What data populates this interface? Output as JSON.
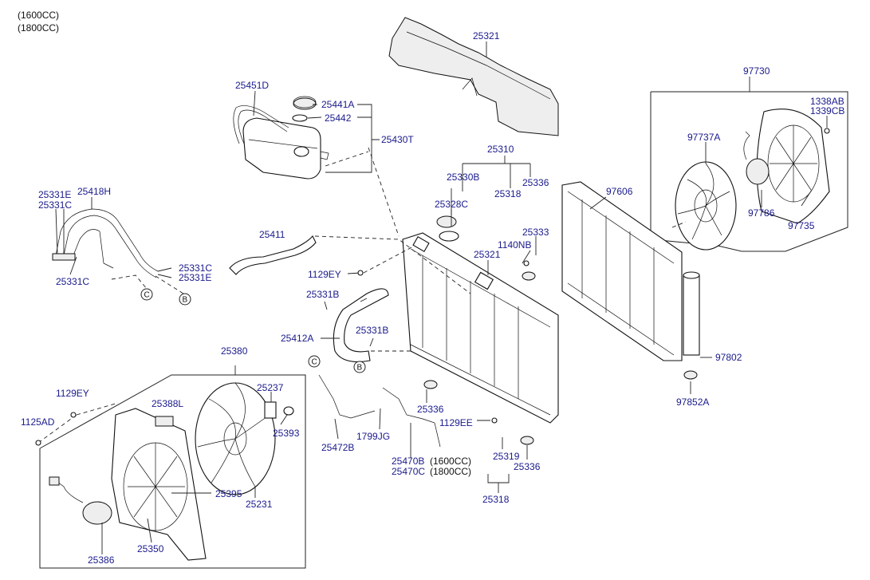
{
  "notes": [
    "(1600CC)",
    "(1800CC)"
  ],
  "callouts": {
    "p25321a": "25321",
    "p97730": "97730",
    "p25451D": "25451D",
    "p25441A": "25441A",
    "p25442": "25442",
    "p25430T": "25430T",
    "p1338AB": "1338AB",
    "p1339CB": "1339CB",
    "p25310": "25310",
    "p97737A": "97737A",
    "p25330B": "25330B",
    "p25336a": "25336",
    "p25318a": "25318",
    "p97606": "97606",
    "p25331Ea": "25331E",
    "p25418H": "25418H",
    "p25331Ca": "25331C",
    "p25328C": "25328C",
    "p97786": "97786",
    "p97735": "97735",
    "p25333": "25333",
    "p25411": "25411",
    "p1140NB": "1140NB",
    "p25321b": "25321",
    "p25331Cb": "25331C",
    "p25331Eb": "25331E",
    "p1129EYa": "1129EY",
    "p25331Cc": "25331C",
    "p25331Ba": "25331B",
    "p25412A": "25412A",
    "p25331Bb": "25331B",
    "p97802": "97802",
    "p25380": "25380",
    "p25237": "25237",
    "p1129EYb": "1129EY",
    "p25388L": "25388L",
    "p97852A": "97852A",
    "p25336b": "25336",
    "p1125AD": "1125AD",
    "p25393": "25393",
    "p1129EE": "1129EE",
    "p1799JG": "1799JG",
    "p25472B": "25472B",
    "p25319": "25319",
    "p25470B": "25470B",
    "p25470C": "25470C",
    "p25336c": "25336",
    "p25395": "25395",
    "p25231": "25231",
    "p25318b": "25318",
    "p25386": "25386",
    "p25350": "25350"
  },
  "variants": {
    "v1600": "(1600CC)",
    "v1800": "(1800CC)"
  },
  "refs": {
    "refB1": "B",
    "refC1": "C",
    "refC2": "C",
    "refB2": "B"
  }
}
